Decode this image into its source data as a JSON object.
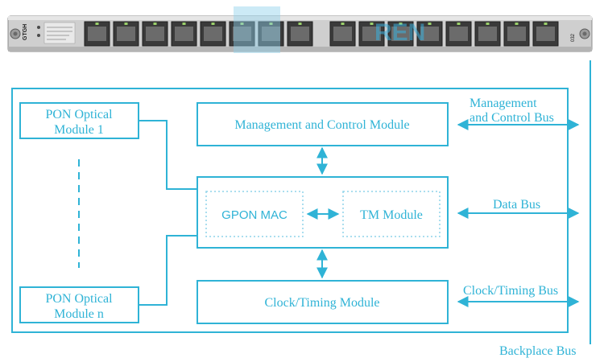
{
  "colors": {
    "diagram_blue": "#2fb3d6",
    "panel_gray": "#c9c9c9",
    "port_dark": "#2f2f2f",
    "watermark": "#3ab0dc"
  },
  "board_panel": {
    "brand_text": "GTGH",
    "slot_text": "032",
    "watermark_text": "REN"
  },
  "diagram": {
    "pon_module_1": [
      "PON Optical",
      "Module 1"
    ],
    "pon_module_n": [
      "PON Optical",
      "Module n"
    ],
    "mgmt_module": "Management and Control Module",
    "gpon_mac": "GPON MAC",
    "tm_module": "TM Module",
    "clock_module": "Clock/Timing Module",
    "bus_mgmt": [
      "Management",
      "and Control Bus"
    ],
    "bus_data": "Data Bus",
    "bus_clock": "Clock/Timing Bus",
    "backplane": "Backplace Bus"
  }
}
